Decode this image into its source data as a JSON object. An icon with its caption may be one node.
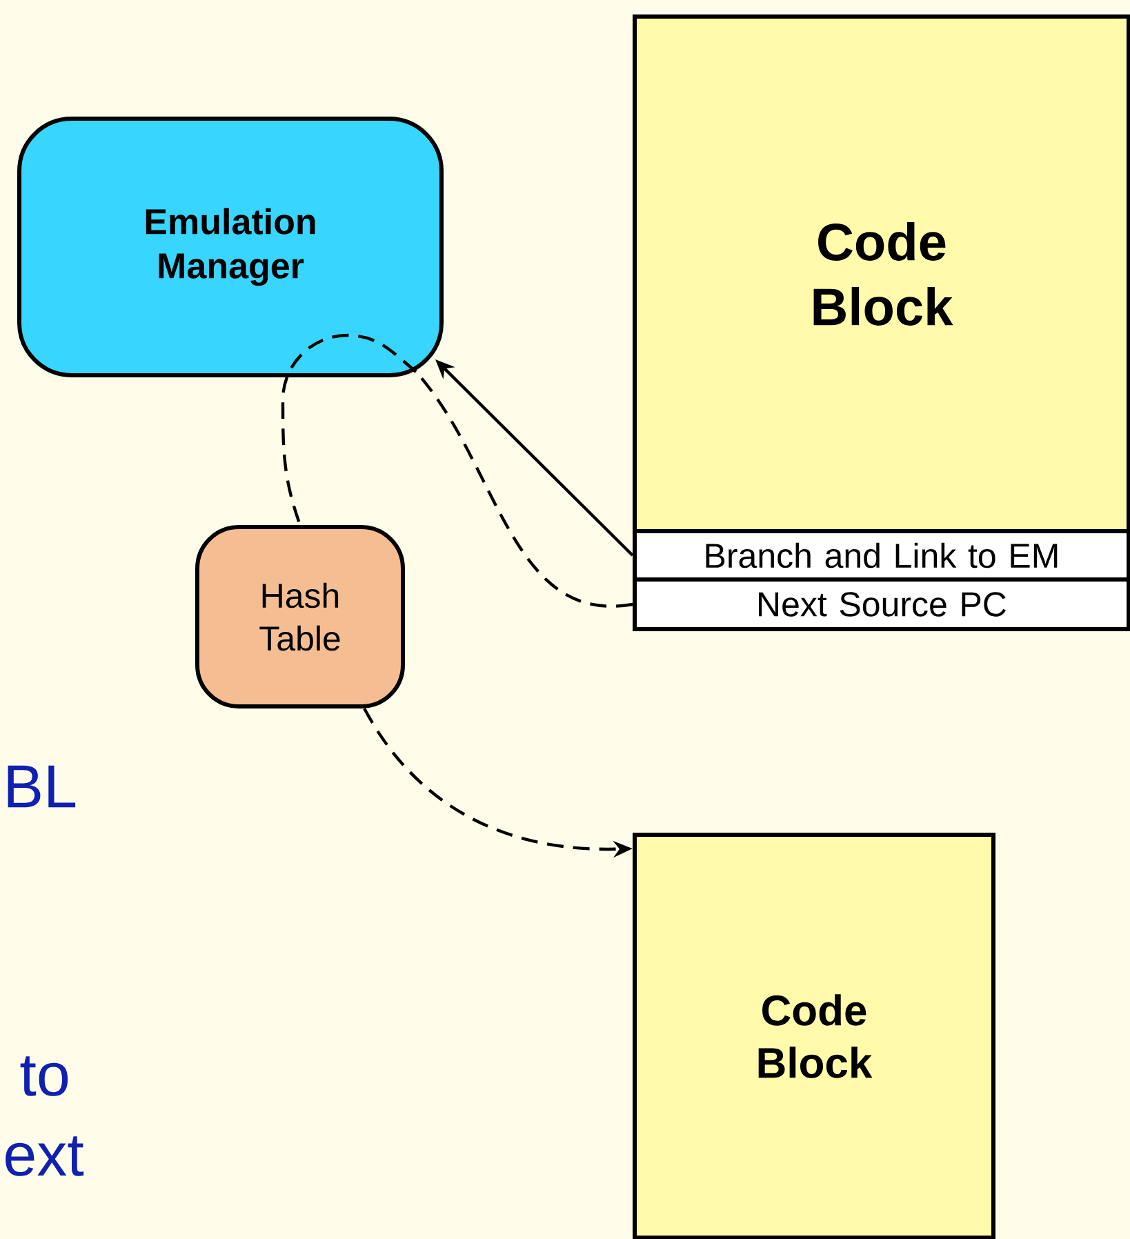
{
  "diagram": {
    "nodes": [
      {
        "text": [
          "Emulation Manager"
        ]
      },
      {
        "text": [
          "Code Block"
        ]
      },
      {
        "text": [
          "Branch and Link to EM"
        ]
      },
      {
        "text": [
          "Next Source PC"
        ]
      },
      {
        "text": [
          "Hash Table"
        ]
      },
      {
        "text": [
          "Code Block"
        ]
      }
    ],
    "edges": [
      {
        "from": 2,
        "to": 0,
        "arrow": "to"
      },
      {
        "from": 3,
        "to": 0,
        "arrow": "none",
        "style": "dashed"
      },
      {
        "from": 0,
        "to": 4,
        "arrow": "none",
        "style": "dashed"
      },
      {
        "from": 4,
        "to": 5,
        "arrow": "to",
        "style": "dashed"
      }
    ],
    "labels": [
      "BL",
      "to",
      "ext"
    ]
  }
}
